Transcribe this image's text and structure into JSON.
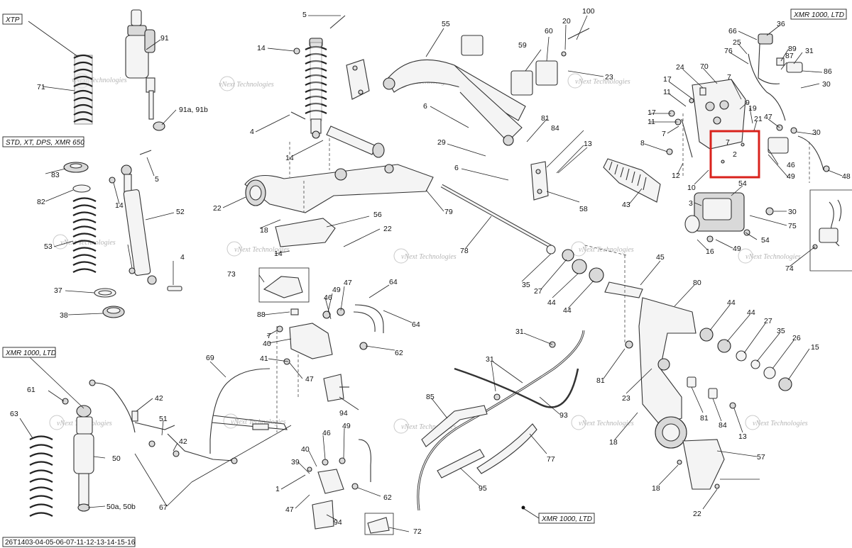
{
  "diagram": {
    "document_number": "26T1403-04-05-06-07-11-12-13-14-15-16",
    "variant_tags": {
      "xtp": "XTP",
      "std": "STD, XT, DPS, XMR 650",
      "xmr_left": "XMR 1000, LTD",
      "xmr_top_right": "XMR 1000, LTD",
      "xmr_bottom": "XMR 1000, LTD"
    },
    "watermark": {
      "line1": "vNext",
      "line2": "Technologies",
      "full": "vNext Technologies"
    },
    "callouts": [
      {
        "label": "5"
      },
      {
        "label": "100"
      },
      {
        "label": "20"
      },
      {
        "label": "60"
      },
      {
        "label": "55"
      },
      {
        "label": "91"
      },
      {
        "label": "14"
      },
      {
        "label": "71"
      },
      {
        "label": "59"
      },
      {
        "label": "23"
      },
      {
        "label": "91a, 91b"
      },
      {
        "label": "4"
      },
      {
        "label": "6"
      },
      {
        "label": "81"
      },
      {
        "label": "84"
      },
      {
        "label": "29"
      },
      {
        "label": "13"
      },
      {
        "label": "14"
      },
      {
        "label": "6"
      },
      {
        "label": "83"
      },
      {
        "label": "5"
      },
      {
        "label": "82"
      },
      {
        "label": "14"
      },
      {
        "label": "52"
      },
      {
        "label": "22"
      },
      {
        "label": "79"
      },
      {
        "label": "58"
      },
      {
        "label": "53"
      },
      {
        "label": "18"
      },
      {
        "label": "56"
      },
      {
        "label": "22"
      },
      {
        "label": "14"
      },
      {
        "label": "78"
      },
      {
        "label": "4"
      },
      {
        "label": "73"
      },
      {
        "label": "37"
      },
      {
        "label": "38"
      },
      {
        "label": "88"
      },
      {
        "label": "49"
      },
      {
        "label": "47"
      },
      {
        "label": "46"
      },
      {
        "label": "64"
      },
      {
        "label": "64"
      },
      {
        "label": "7"
      },
      {
        "label": "40"
      },
      {
        "label": "62"
      },
      {
        "label": "41"
      },
      {
        "label": "47"
      },
      {
        "label": "69"
      },
      {
        "label": "94"
      },
      {
        "label": "61"
      },
      {
        "label": "42"
      },
      {
        "label": "51"
      },
      {
        "label": "42"
      },
      {
        "label": "63"
      },
      {
        "label": "50"
      },
      {
        "label": "50a, 50b"
      },
      {
        "label": "67"
      },
      {
        "label": "46"
      },
      {
        "label": "49"
      },
      {
        "label": "40"
      },
      {
        "label": "39"
      },
      {
        "label": "1"
      },
      {
        "label": "62"
      },
      {
        "label": "47"
      },
      {
        "label": "94"
      },
      {
        "label": "72"
      },
      {
        "label": "31"
      },
      {
        "label": "31"
      },
      {
        "label": "85"
      },
      {
        "label": "93"
      },
      {
        "label": "77"
      },
      {
        "label": "95"
      },
      {
        "label": "35"
      },
      {
        "label": "27"
      },
      {
        "label": "44"
      },
      {
        "label": "44"
      },
      {
        "label": "45"
      },
      {
        "label": "80"
      },
      {
        "label": "44"
      },
      {
        "label": "44"
      },
      {
        "label": "27"
      },
      {
        "label": "35"
      },
      {
        "label": "26"
      },
      {
        "label": "15"
      },
      {
        "label": "81"
      },
      {
        "label": "23"
      },
      {
        "label": "81"
      },
      {
        "label": "84"
      },
      {
        "label": "13"
      },
      {
        "label": "18"
      },
      {
        "label": "57"
      },
      {
        "label": "18"
      },
      {
        "label": "22"
      },
      {
        "label": "66"
      },
      {
        "label": "36"
      },
      {
        "label": "25"
      },
      {
        "label": "89"
      },
      {
        "label": "31"
      },
      {
        "label": "76"
      },
      {
        "label": "87"
      },
      {
        "label": "86"
      },
      {
        "label": "24"
      },
      {
        "label": "70"
      },
      {
        "label": "17"
      },
      {
        "label": "7"
      },
      {
        "label": "30"
      },
      {
        "label": "11"
      },
      {
        "label": "9"
      },
      {
        "label": "19"
      },
      {
        "label": "17"
      },
      {
        "label": "11"
      },
      {
        "label": "21"
      },
      {
        "label": "47"
      },
      {
        "label": "7"
      },
      {
        "label": "30"
      },
      {
        "label": "8"
      },
      {
        "label": "7"
      },
      {
        "label": "2"
      },
      {
        "label": "46"
      },
      {
        "label": "12"
      },
      {
        "label": "49"
      },
      {
        "label": "48"
      },
      {
        "label": "10"
      },
      {
        "label": "54"
      },
      {
        "label": "3"
      },
      {
        "label": "43"
      },
      {
        "label": "30"
      },
      {
        "label": "75"
      },
      {
        "label": "54"
      },
      {
        "label": "49"
      },
      {
        "label": "16"
      },
      {
        "label": "74"
      }
    ]
  }
}
